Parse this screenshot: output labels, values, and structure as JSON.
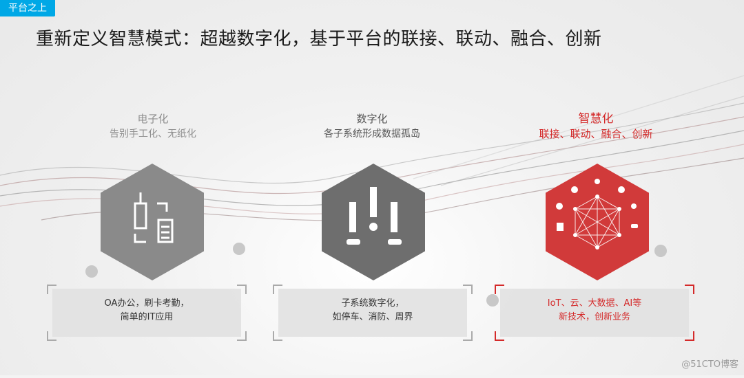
{
  "tag": "平台之上",
  "title": "重新定义智慧模式：超越数字化，基于平台的联接、联动、融合、创新",
  "stages": [
    {
      "heading1": "电子化",
      "heading2": "告别手工化、无纸化",
      "desc1": "OA办公，刷卡考勤，",
      "desc2": "简单的IT应用"
    },
    {
      "heading1": "数字化",
      "heading2": "各子系统形成数据孤岛",
      "desc1": "子系统数字化，",
      "desc2": "如停车、消防、周界"
    },
    {
      "heading1": "智慧化",
      "heading2": "联接、联动、融合、创新",
      "desc1": "IoT、云、大数据、AI等",
      "desc2": "新技术，创新业务"
    }
  ],
  "colors": {
    "accent_blue": "#00a8e6",
    "accent_red": "#d42a2a",
    "hex_gray_1": "#8a8a8a",
    "hex_gray_2": "#6e6e6e",
    "hex_red": "#d13a3a"
  },
  "icons": [
    "buildings-icon",
    "light-bars-icon",
    "network-icon"
  ],
  "watermark": "@51CTO博客"
}
